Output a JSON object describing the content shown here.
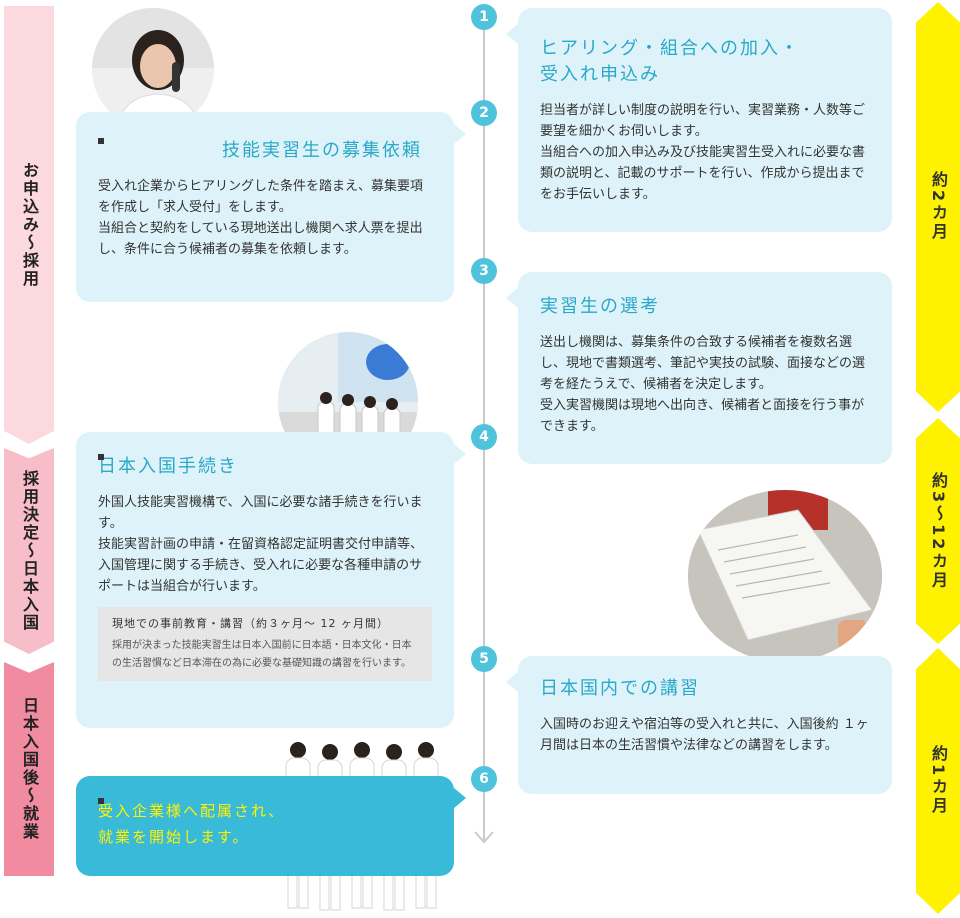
{
  "phases": [
    {
      "label": "お申込み～採用"
    },
    {
      "label": "採用決定～日本入国"
    },
    {
      "label": "日本入国後～就業"
    }
  ],
  "durations": [
    {
      "label": "約2カ月"
    },
    {
      "label": "約3～12カ月"
    },
    {
      "label": "約1カ月"
    }
  ],
  "steps": [
    {
      "num": "1",
      "title": "ヒアリング・組合への加入・\n受入れ申込み",
      "body": "担当者が詳しい制度の説明を行い、実習業務・人数等ご要望を細かくお伺いします。\n当組合への加入申込み及び技能実習生受入れに必要な書類の説明と、記載のサポートを行い、作成から提出までをお手伝いします。"
    },
    {
      "num": "2",
      "title": "技能実習生の募集依頼",
      "body": "受入れ企業からヒアリングした条件を踏まえ、募集要項を作成し「求人受付」をします。\n当組合と契約をしている現地送出し機関へ求人票を提出し、条件に合う候補者の募集を依頼します。"
    },
    {
      "num": "3",
      "title": "実習生の選考",
      "body": "送出し機関は、募集条件の合致する候補者を複数名選し、現地で書類選考、筆記や実技の試験、面接などの選考を経たうえで、候補者を決定します。\n受入実習機関は現地へ出向き、候補者と面接を行う事ができます。"
    },
    {
      "num": "4",
      "title": "日本入国手続き",
      "body": "外国人技能実習機構で、入国に必要な諸手続きを行います。\n技能実習計画の申請・在留資格認定証明書交付申請等、入国管理に関する手続き、受入れに必要な各種申請のサポートは当組合が行います。",
      "note_title": "現地での事前教育・講習（約３ヶ月～ 12 ヶ月間）",
      "note_body": "採用が決まった技能実習生は日本入国前に日本語・日本文化・日本の生活習慣など日本滞在の為に必要な基礎知識の講習を行います。"
    },
    {
      "num": "5",
      "title": "日本国内での講習",
      "body": "入国時のお迎えや宿泊等の受入れと共に、入国後約 １ヶ月間は日本の生活習慣や法律などの講習をします。"
    },
    {
      "num": "6",
      "title": "受入企業様へ配属され、\n就業を開始します。"
    }
  ],
  "colors": {
    "accent": "#29a8c9",
    "card_bg": "#def3f9",
    "final_card": "#39bad8",
    "final_text": "#fff200",
    "duration": "#fff200"
  }
}
